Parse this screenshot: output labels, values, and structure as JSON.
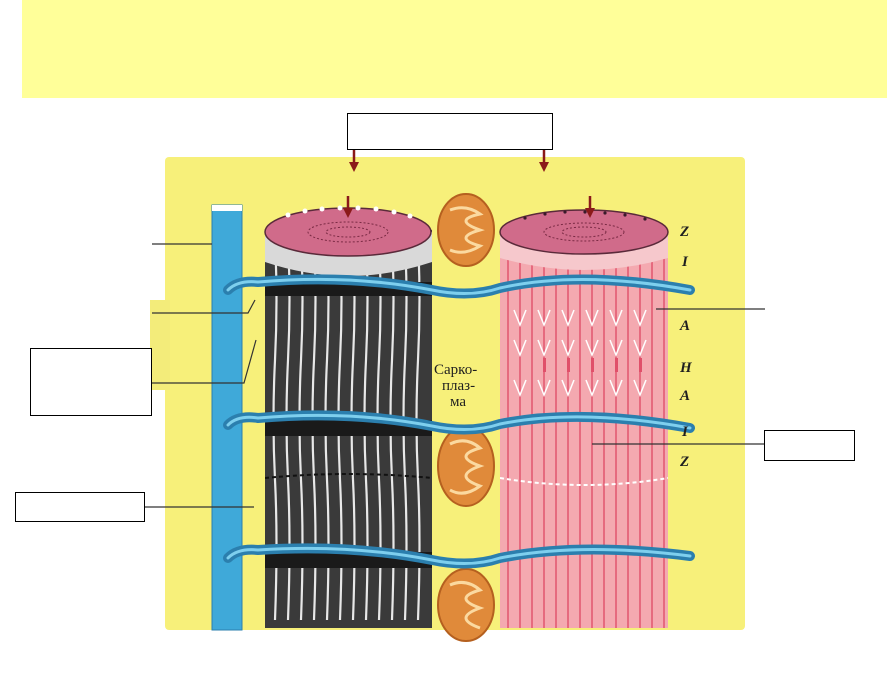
{
  "diagram": {
    "sarcoplasm_label": [
      "Сарко-",
      "плаз-",
      "ма"
    ],
    "band_labels": [
      "Z",
      "I",
      "A",
      "H",
      "A",
      "I",
      "Z"
    ]
  },
  "colors": {
    "banner": "#ffff99",
    "panel": "#f7f07a",
    "tubule_blue": "#3fa9d9",
    "myofibril_dark": "#3a3a3a",
    "myofibril_pink": "#f4a9b0",
    "disc_top": "#d06b8a",
    "mitochondrion": "#e08a3a",
    "arrow": "#8b1a1a"
  }
}
